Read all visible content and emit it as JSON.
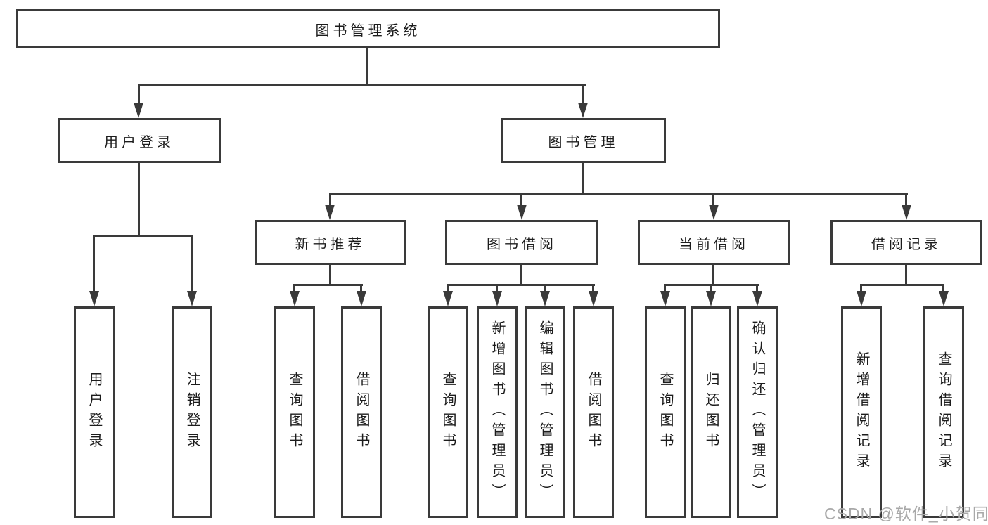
{
  "diagram": {
    "title": "图书管理系统",
    "root": {
      "label": "图书管理系统"
    },
    "branches": [
      {
        "label": "用户登录",
        "children": [
          {
            "label": "用户登录"
          },
          {
            "label": "注销登录"
          }
        ]
      },
      {
        "label": "图书管理",
        "children": [
          {
            "label": "新书推荐",
            "children": [
              {
                "label": "查询图书"
              },
              {
                "label": "借阅图书"
              }
            ]
          },
          {
            "label": "图书借阅",
            "children": [
              {
                "label": "查询图书"
              },
              {
                "label": "新增图书（管理员）"
              },
              {
                "label": "编辑图书（管理员）"
              },
              {
                "label": "借阅图书"
              }
            ]
          },
          {
            "label": "当前借阅",
            "children": [
              {
                "label": "查询图书"
              },
              {
                "label": "归还图书"
              },
              {
                "label": "确认归还（管理员）"
              }
            ]
          },
          {
            "label": "借阅记录",
            "children": [
              {
                "label": "新增借阅记录"
              },
              {
                "label": "查询借阅记录"
              }
            ]
          }
        ]
      }
    ]
  },
  "watermark": {
    "text": "CSDN @软件_小贺同学"
  },
  "colors": {
    "line": "#3a3a3a",
    "text": "#1c1c1c",
    "watermark": "#a8a8a8",
    "background": "#ffffff"
  }
}
